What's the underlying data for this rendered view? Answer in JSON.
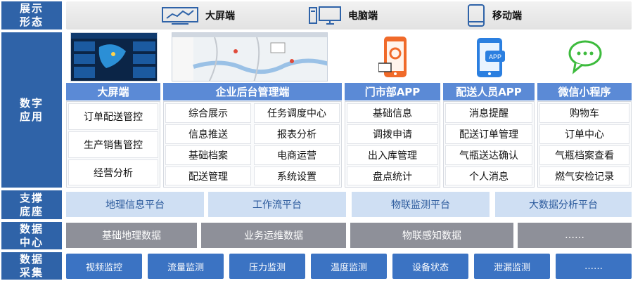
{
  "rows": {
    "display": "展示形态",
    "apps": "数字应用",
    "support": "支撑底座",
    "data_center": "数据中心",
    "collection": "数据采集"
  },
  "display": {
    "big_screen": "大屏端",
    "pc": "电脑端",
    "mobile": "移动端"
  },
  "apps": {
    "big_screen": {
      "title": "大屏端",
      "items": [
        "订单配送管控",
        "生产销售管控",
        "经营分析"
      ]
    },
    "backend": {
      "title": "企业后台管理端",
      "left": [
        "综合展示",
        "信息推送",
        "基础档案",
        "配送管理"
      ],
      "right": [
        "任务调度中心",
        "报表分析",
        "电商运营",
        "系统设置"
      ]
    },
    "store": {
      "title": "门市部APP",
      "items": [
        "基础信息",
        "调拨申请",
        "出入库管理",
        "盘点统计"
      ]
    },
    "delivery": {
      "title": "配送人员APP",
      "items": [
        "消息提醒",
        "配送订单管理",
        "气瓶送达确认",
        "个人消息"
      ]
    },
    "wechat": {
      "title": "微信小程序",
      "items": [
        "购物车",
        "订单中心",
        "气瓶档案查看",
        "燃气安检记录"
      ]
    },
    "app_badge": "APP"
  },
  "support": [
    "地理信息平台",
    "工作流平台",
    "物联监测平台",
    "大数据分析平台"
  ],
  "data_center": [
    "基础地理数据",
    "业务运维数据",
    "物联感知数据",
    "……"
  ],
  "collection": [
    "视频监控",
    "流量监测",
    "压力监测",
    "温度监测",
    "设备状态",
    "泄漏监测",
    "……"
  ],
  "colors": {
    "label_blue": "#2f63a8",
    "header_blue": "#5b8ad6",
    "light_blue": "#cfdff3",
    "gray": "#8e9099",
    "mid_blue": "#3b73c3",
    "orange": "#f06a2a",
    "green": "#3dbb3d"
  },
  "icons": [
    "dashboard-monitor-icon",
    "desktop-computer-icon",
    "mobile-phone-icon",
    "store-app-phone-icon",
    "delivery-app-phone-icon",
    "wechat-chat-icon"
  ]
}
